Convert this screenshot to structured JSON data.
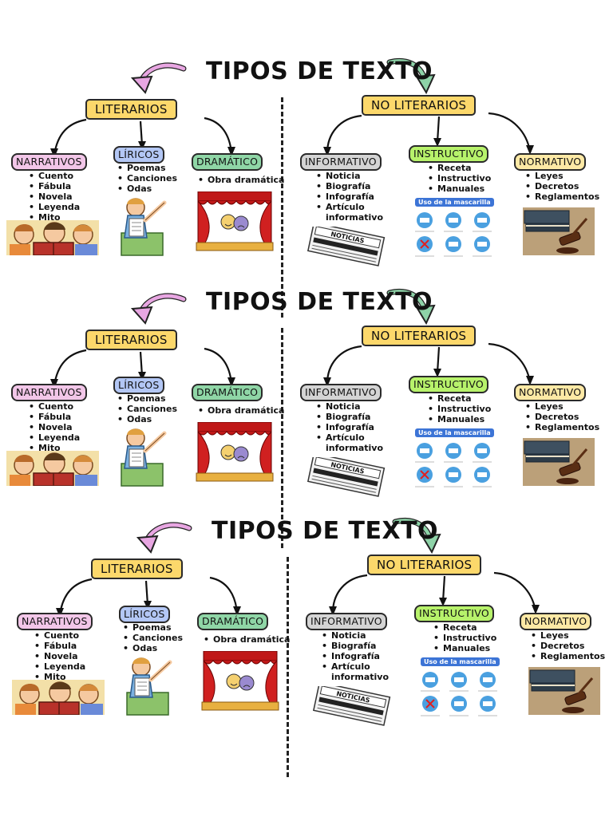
{
  "title": "TIPOS DE TEXTO",
  "literarios": {
    "label": "LITERARIOS",
    "narrativos": {
      "label": "NARRATIVOS",
      "items": [
        "Cuento",
        "Fábula",
        "Novela",
        "Leyenda",
        "Mito"
      ]
    },
    "liricos": {
      "label": "LÍRICOS",
      "items": [
        "Poemas",
        "Canciones",
        "Odas"
      ]
    },
    "dramatico": {
      "label": "DRAMÁTICO",
      "items": [
        "Obra dramática"
      ]
    }
  },
  "no_literarios": {
    "label": "NO LITERARIOS",
    "informativo": {
      "label": "INFORMATIVO",
      "items": [
        "Noticia",
        "Biografía",
        "Infografía",
        "Artículo informativo"
      ]
    },
    "instructivo": {
      "label": "INSTRUCTIVO",
      "items": [
        "Receta",
        "Instructivo",
        "Manuales"
      ],
      "poster_title": "Uso de la mascarilla"
    },
    "normativo": {
      "label": "NORMATIVO",
      "items": [
        "Leyes",
        "Decretos",
        "Reglamentos"
      ]
    }
  },
  "newspaper_word": "NOTICIAS",
  "colors": {
    "literarios": "#fcd86b",
    "narrativos": "#f2c6e8",
    "liricos": "#b3c7f5",
    "dramatico": "#8fd6a6",
    "informativo": "#d4d4d4",
    "instructivo": "#b7f26b",
    "normativo": "#fde9a5",
    "arrow_left": "#e8a6e2",
    "arrow_right": "#8ed3a8"
  }
}
